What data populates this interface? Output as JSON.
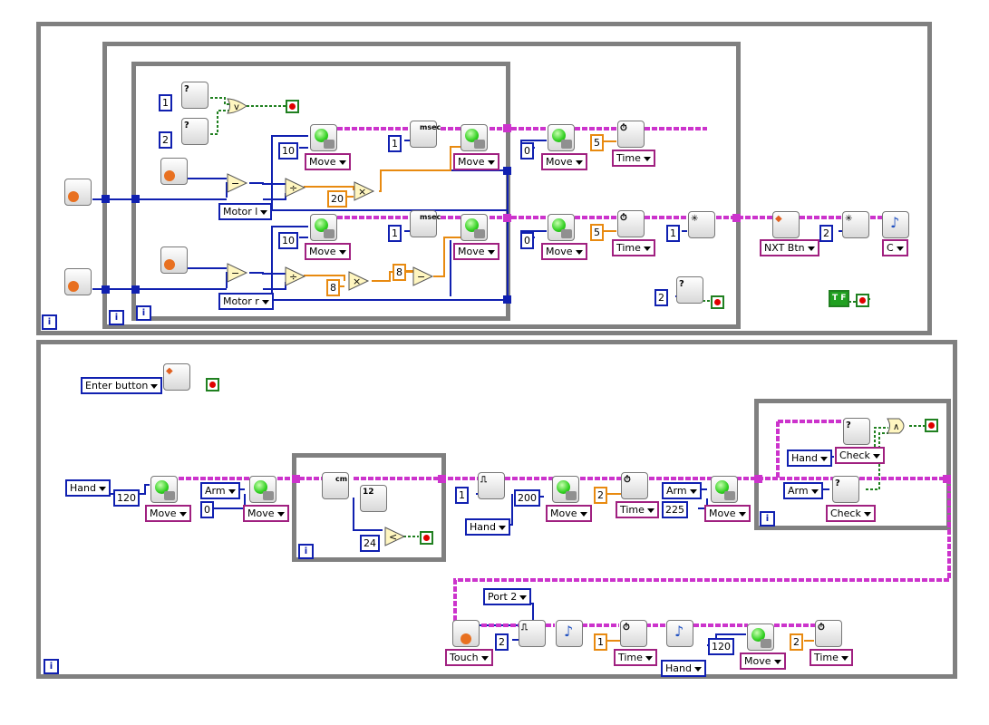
{
  "colors": {
    "frame": "#808080",
    "wire_data": "#1020b0",
    "wire_sequence": "#cc33cc",
    "wire_number": "#e88a10",
    "wire_boolean": "#208020"
  },
  "top": {
    "ports": {
      "p1": "1",
      "p2": "2"
    },
    "motor_l": {
      "label": "Motor l",
      "power": "10",
      "time": "1",
      "factor_in": "20",
      "move1": "Move",
      "move2": "Move",
      "move3": "Move",
      "power2": "0",
      "time2": "5",
      "time_label": "Time"
    },
    "motor_r": {
      "label": "Motor r",
      "power": "10",
      "time": "1",
      "factor_in": "8",
      "factor2": "8",
      "move1": "Move",
      "move2": "Move",
      "move3": "Move",
      "power2": "0",
      "time2": "5",
      "time_label": "Time"
    },
    "after_loop": {
      "const1": "1",
      "nxt_btn": "NXT Btn",
      "const2": "2",
      "note": "C",
      "const3": "2",
      "timer_unit": "msec"
    },
    "boolean_const": "T F"
  },
  "bottom": {
    "enter_button": "Enter button",
    "hand1": {
      "label": "Hand",
      "val": "120",
      "move": "Move"
    },
    "arm1": {
      "label": "Arm",
      "val": "0",
      "move": "Move"
    },
    "ultra": {
      "cm": "cm",
      "val": "12",
      "threshold": "24"
    },
    "wait1": {
      "const": "1",
      "hand": "Hand",
      "val": "200",
      "move": "Move"
    },
    "timer1": {
      "const": "2",
      "label": "Time"
    },
    "arm2": {
      "label": "Arm",
      "val": "225",
      "move": "Move"
    },
    "check": {
      "hand": "Hand",
      "arm": "Arm",
      "check1": "Check",
      "check2": "Check"
    },
    "final": {
      "port": "Port 2",
      "touch": "Touch",
      "const2": "2",
      "time1": "1",
      "time_label1": "Time",
      "hand": "Hand",
      "hand_val": "120",
      "move": "Move",
      "time2": "2",
      "time_label2": "Time"
    }
  }
}
